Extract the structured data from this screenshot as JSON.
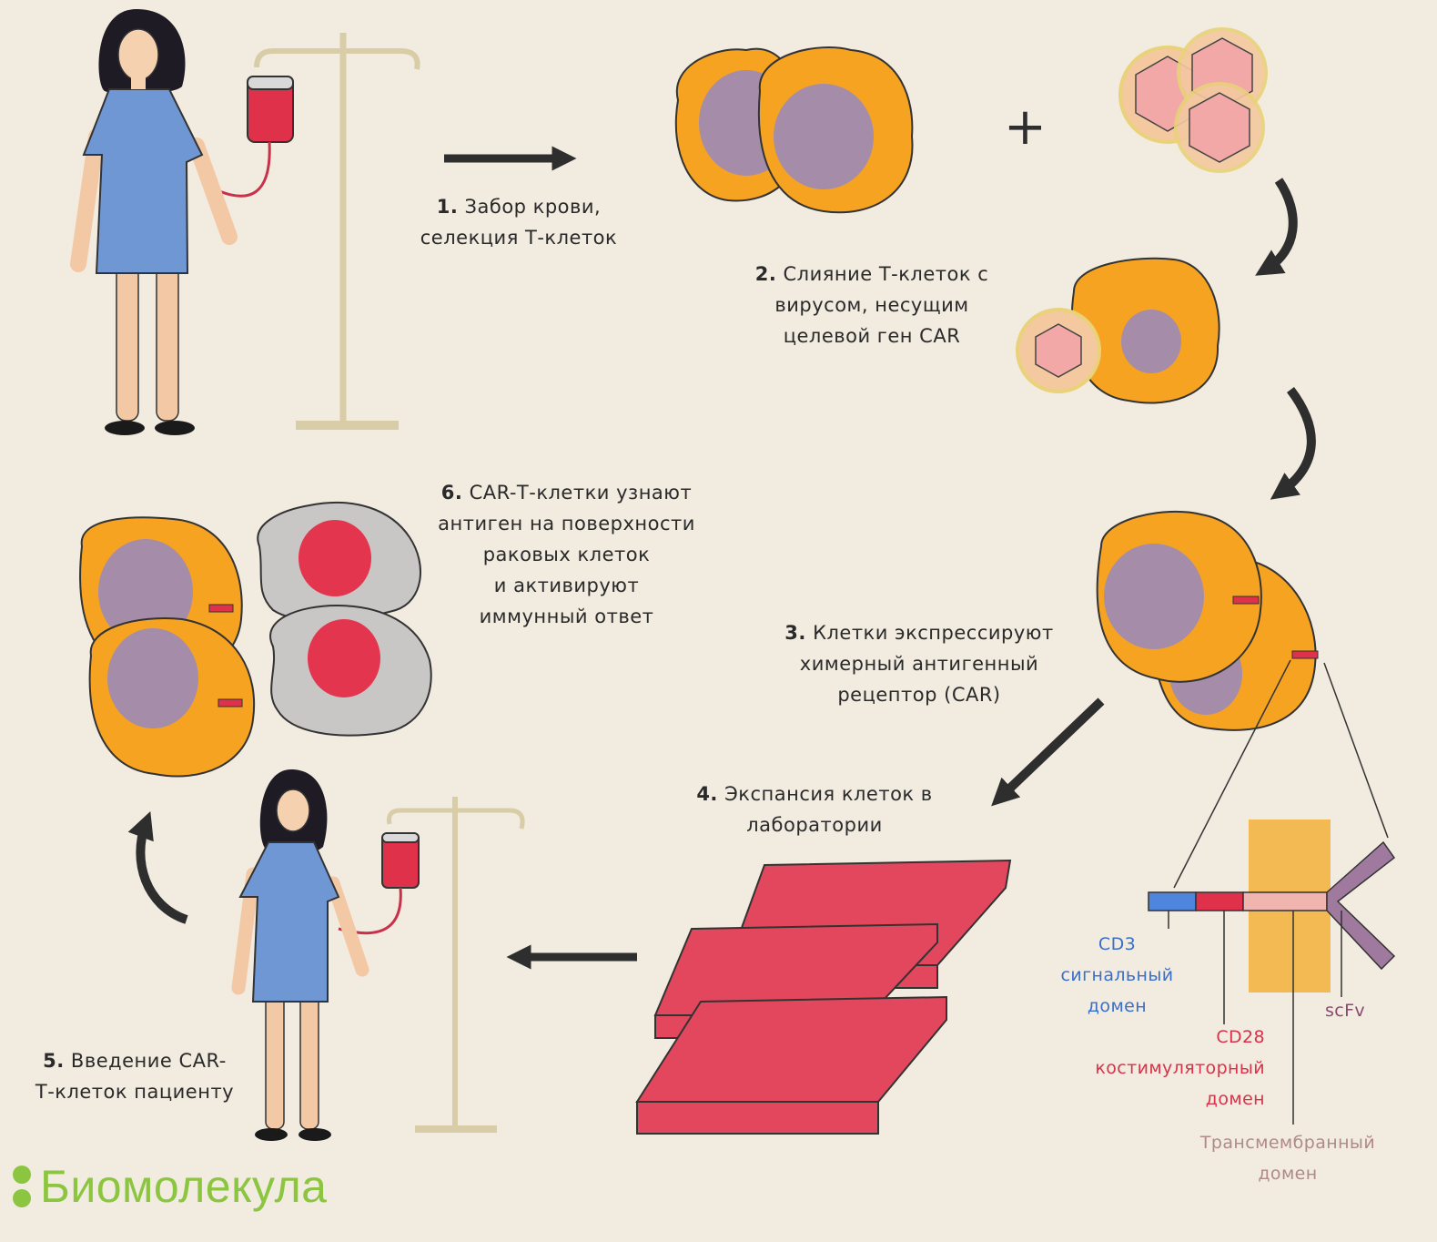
{
  "steps": {
    "s1": {
      "num": "1.",
      "lines": [
        "Забор крови,",
        "селекция Т-клеток"
      ]
    },
    "s2": {
      "num": "2.",
      "lines": [
        "Слияние Т-клеток с",
        "вирусом, несущим",
        "целевой ген CAR"
      ]
    },
    "s3": {
      "num": "3.",
      "lines": [
        "Клетки экспрессируют",
        "химерный антигенный",
        "рецептор (CAR)"
      ]
    },
    "s4": {
      "num": "4.",
      "lines": [
        "Экспансия клеток в",
        "лаборатории"
      ]
    },
    "s5": {
      "num": "5.",
      "lines": [
        "Введение CAR-",
        "Т-клеток пациенту"
      ]
    },
    "s6": {
      "num": "6.",
      "lines": [
        "CAR-Т-клетки узнают",
        "антиген на поверхности",
        "раковых клеток",
        "и активируют",
        "иммунный ответ"
      ]
    }
  },
  "plus": "+",
  "domains": {
    "cd3": {
      "lines": [
        "CD3",
        "сигнальный",
        "домен"
      ],
      "color": "#3a6fc9"
    },
    "cd28": {
      "lines": [
        "CD28",
        "костимуляторный",
        "домен"
      ],
      "color": "#d8334a"
    },
    "tm": {
      "lines": [
        "Трансмембранный",
        "домен"
      ],
      "color": "#b08a86"
    },
    "scfv": {
      "lines": [
        "scFv"
      ],
      "color": "#8a4a70"
    }
  },
  "logo": {
    "text": "Биомолекула",
    "color": "#8cc640"
  },
  "colors": {
    "t_cell": "#f7a322",
    "nucleus": "#a58ca8",
    "cancer_cell": "#c9c6c6",
    "cancer_nucleus": "#e3364e",
    "dress": "#6f97d4",
    "blood": "#e0314a",
    "flask": "#e2475d",
    "virus": "#f4c9a0"
  }
}
